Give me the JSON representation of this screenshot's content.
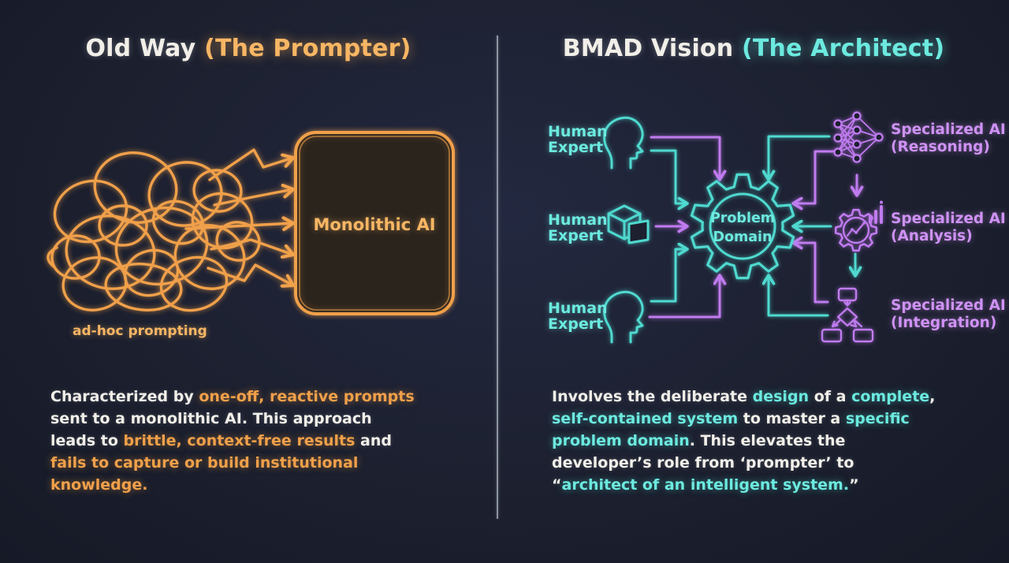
{
  "theme": {
    "background": "#1c202f",
    "white": "#f2efe9",
    "orange": "#f0a04a",
    "orange_bright": "#f7b664",
    "cyan": "#4fd9cf",
    "cyan_text": "#6ceadf",
    "purple": "#c07bef",
    "purple_text": "#cf92f5",
    "divider": "#9aa2ae",
    "box_fill": "#2b241d"
  },
  "left_panel": {
    "title": {
      "plain": "Old Way ",
      "accent": "(The Prompter)"
    },
    "diagram": {
      "box_label": "Monolithic AI",
      "scribble_caption": "ad-hoc prompting"
    },
    "paragraph": [
      [
        {
          "t": "Characterized by ",
          "c": "plain"
        },
        {
          "t": "one-off, reactive prompts",
          "c": "accent"
        }
      ],
      [
        {
          "t": "sent to a monolithic AI. This approach",
          "c": "plain"
        }
      ],
      [
        {
          "t": "leads to ",
          "c": "plain"
        },
        {
          "t": "brittle, context-free results",
          "c": "accent"
        },
        {
          "t": " and",
          "c": "plain"
        }
      ],
      [
        {
          "t": "fails to capture or build institutional",
          "c": "accent"
        }
      ],
      [
        {
          "t": "knowledge.",
          "c": "accent"
        }
      ]
    ]
  },
  "right_panel": {
    "title": {
      "plain": "BMAD Vision ",
      "accent": "(The Architect)"
    },
    "diagram": {
      "human_label": [
        "Human",
        "Expert"
      ],
      "center_label": [
        "Problem",
        "Domain"
      ],
      "ai_nodes": [
        {
          "line1": "Specialized AI",
          "line2": "(Reasoning)"
        },
        {
          "line1": "Specialized AI",
          "line2": "(Analysis)"
        },
        {
          "line1": "Specialized AI",
          "line2": "(Integration)"
        }
      ]
    },
    "paragraph": [
      [
        {
          "t": "Involves the deliberate ",
          "c": "plain"
        },
        {
          "t": "design",
          "c": "accent"
        },
        {
          "t": " of a ",
          "c": "plain"
        },
        {
          "t": "complete",
          "c": "accent"
        },
        {
          "t": ",",
          "c": "plain"
        }
      ],
      [
        {
          "t": "self-contained system",
          "c": "accent"
        },
        {
          "t": " to master a ",
          "c": "plain"
        },
        {
          "t": "specific",
          "c": "accent"
        }
      ],
      [
        {
          "t": "problem domain",
          "c": "accent"
        },
        {
          "t": ". This elevates the",
          "c": "plain"
        }
      ],
      [
        {
          "t": "developer’s role from ‘prompter’ to",
          "c": "plain"
        }
      ],
      [
        {
          "t": "“",
          "c": "plain"
        },
        {
          "t": "architect of an intelligent system.",
          "c": "accent"
        },
        {
          "t": "”",
          "c": "plain"
        }
      ]
    ]
  }
}
